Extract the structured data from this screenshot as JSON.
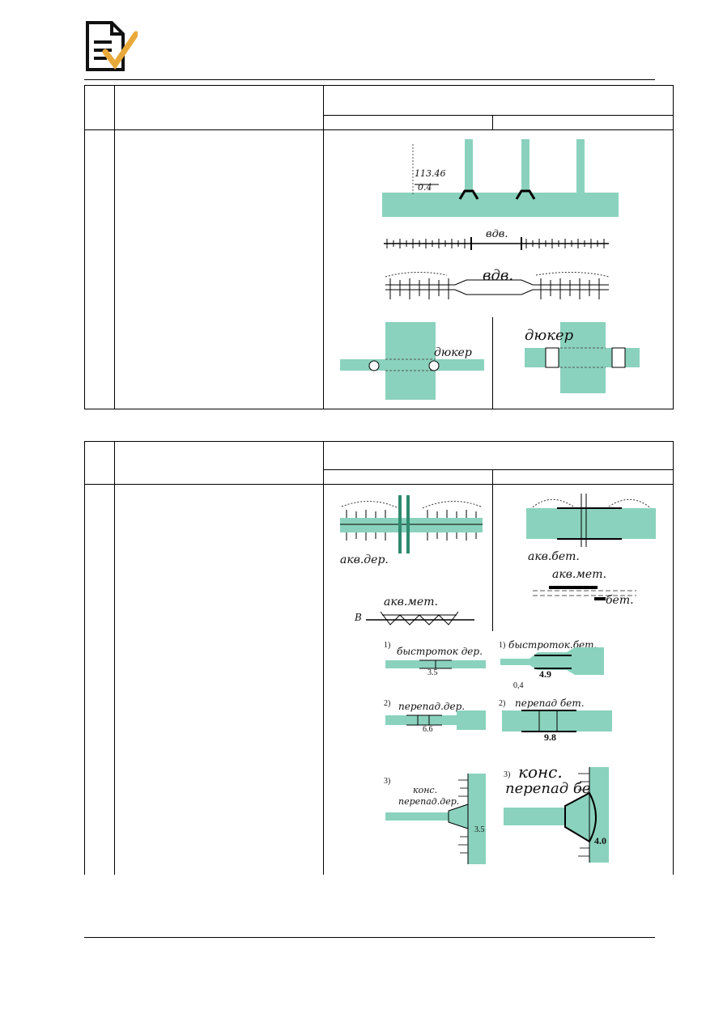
{
  "colors": {
    "water": "#8ad2bd",
    "line": "#000000",
    "accent_check": "#e9a93a"
  },
  "icons": {
    "header_logo": "document-check-icon"
  },
  "table1": {
    "fig1": {
      "mark_value": "113.46",
      "mark_sub": "0.4"
    },
    "fig2": {
      "label": "вдв."
    },
    "fig3": {
      "label": "вдв."
    },
    "fig4": {
      "label": "дюкер"
    },
    "fig5": {
      "label": "дюкер"
    }
  },
  "table2": {
    "fig1": {
      "label": "акв.дер."
    },
    "fig2": {
      "label": "акв.мет.",
      "prefix": "B"
    },
    "fig3": {
      "label_top": "акв.бет.",
      "label_mid": "акв.мет.",
      "label_bot": "бет."
    },
    "fig4": {
      "num": "1)",
      "label": "быстроток дер.",
      "value": "3.5"
    },
    "fig5": {
      "num": "1)",
      "label": "быстроток.бет.",
      "value": "4.9",
      "sub": "0,4"
    },
    "fig6": {
      "num": "2)",
      "label": "перепад.дер.",
      "value": "6.6"
    },
    "fig7": {
      "num": "2)",
      "label": "перепад бет.",
      "value": "9.8"
    },
    "fig8": {
      "num": "3)",
      "label_a": "конс.",
      "label_b": "перепад.дер.",
      "value": "3.5"
    },
    "fig9": {
      "num": "3)",
      "label_a": "конс.",
      "label_b": "перепад бет.",
      "value": "4.0"
    }
  }
}
